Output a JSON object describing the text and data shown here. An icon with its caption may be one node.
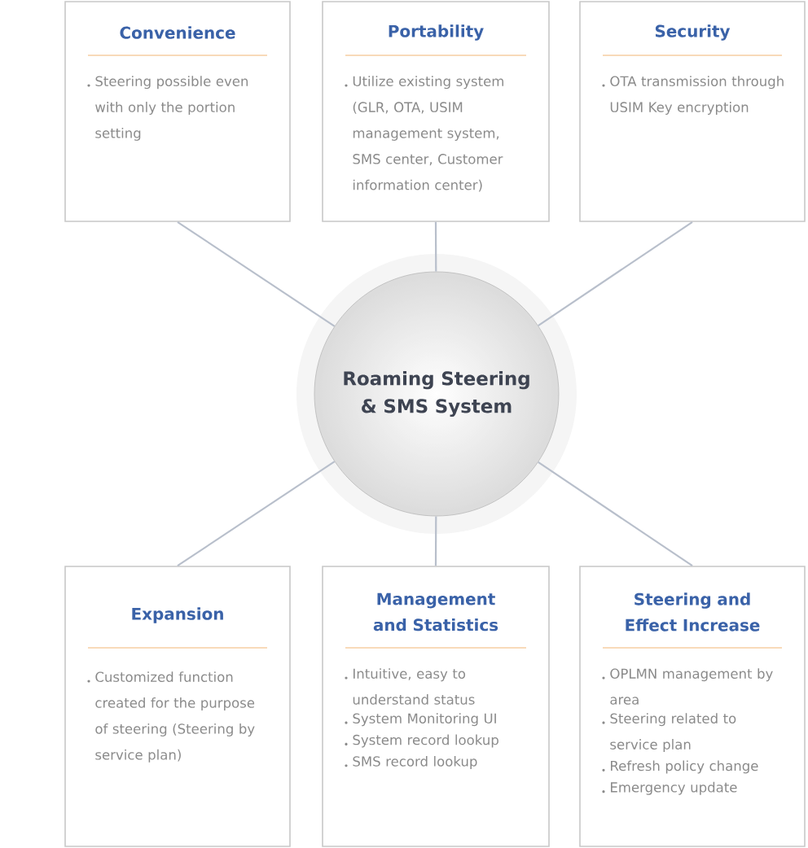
{
  "diagram": {
    "nodes": [
      {
        "text": [
          "Roaming Steering & SMS System"
        ]
      },
      {
        "text": [
          "Convenience",
          "Steering possible even with only the portion setting"
        ]
      },
      {
        "text": [
          "Portability",
          "Utilize existing system (GLR, OTA, USIM management system, SMS center, Customer information center)"
        ]
      },
      {
        "text": [
          "Security",
          "OTA transmission through USIM Key encryption"
        ]
      },
      {
        "text": [
          "Expansion",
          "Customized function created for the purpose of steering (Steering by service plan)"
        ]
      },
      {
        "text": [
          "Management and Statistics",
          "Intuitive, easy to understand status",
          "System Monitoring UI",
          "System record lookup",
          "SMS record lookup"
        ]
      },
      {
        "text": [
          "Steering and Effect Increase",
          "OPLMN management by area",
          "Steering related to service plan",
          "Refresh policy change",
          "Emergency update"
        ]
      }
    ],
    "edges": [
      {
        "from": 0,
        "to": 1,
        "arrow": "none"
      },
      {
        "from": 0,
        "to": 2,
        "arrow": "none"
      },
      {
        "from": 0,
        "to": 3,
        "arrow": "none"
      },
      {
        "from": 0,
        "to": 4,
        "arrow": "none"
      },
      {
        "from": 0,
        "to": 5,
        "arrow": "none"
      },
      {
        "from": 0,
        "to": 6,
        "arrow": "none"
      }
    ]
  }
}
